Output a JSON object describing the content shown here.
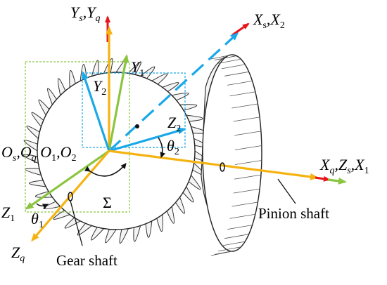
{
  "colors": {
    "red": "#e8141b",
    "orange": "#f5b312",
    "blue": "#1aa8e8",
    "green": "#8bc540",
    "black": "#111111"
  },
  "labels": {
    "ys_yq": "Ys,Yq",
    "xs_x2": "Xs,X2",
    "y1": "Y1",
    "y2": "Y2",
    "z2": "Z2",
    "theta2": "θ2",
    "origins": "Os,Oq,O1,O2",
    "sigma": "Σ",
    "xq_zs_x1": "Xq,Zs,X1",
    "z1": "Z1",
    "theta1": "θ1",
    "zq": "Zq"
  },
  "captions": {
    "pinion_shaft": "Pinion shaft",
    "gear_shaft": "Gear shaft"
  }
}
